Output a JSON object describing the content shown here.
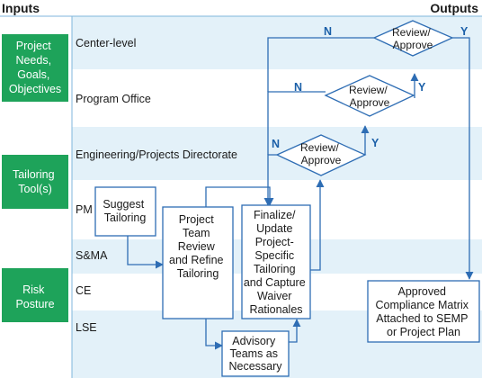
{
  "header": {
    "inputs": "Inputs",
    "outputs": "Outputs"
  },
  "inputs": [
    {
      "lines": [
        "Project",
        "Needs,",
        "Goals,",
        "Objectives"
      ]
    },
    {
      "lines": [
        "Tailoring",
        "Tool(s)"
      ]
    },
    {
      "lines": [
        "Risk",
        "Posture"
      ]
    }
  ],
  "rows": [
    "Center-level",
    "Program Office",
    "Engineering/Projects Directorate",
    "PM",
    "S&MA",
    "CE",
    "LSE"
  ],
  "boxes": {
    "suggest": [
      "Suggest",
      "Tailoring"
    ],
    "review_refine": [
      "Project",
      "Team",
      "Review",
      "and Refine",
      "Tailoring"
    ],
    "finalize": [
      "Finalize/",
      "Update",
      "Project-",
      "Specific",
      "Tailoring",
      "and Capture",
      "Waiver",
      "Rationales"
    ],
    "advisory": [
      "Advisory",
      "Teams as",
      "Necessary"
    ],
    "output": [
      "Approved",
      "Compliance Matrix",
      "Attached to SEMP",
      "or Project Plan"
    ]
  },
  "decisions": {
    "center": [
      "Review/",
      "Approve"
    ],
    "program": [
      "Review/",
      "Approve"
    ],
    "directorate": [
      "Review/",
      "Approve"
    ]
  },
  "labels": {
    "yes": "Y",
    "no": "N"
  },
  "colors": {
    "band": "#e3f1f9",
    "input_fill": "#1ea35a",
    "line": "#2e6db4",
    "label_text": "#1a5fa8",
    "text": "#1a1a1a"
  }
}
